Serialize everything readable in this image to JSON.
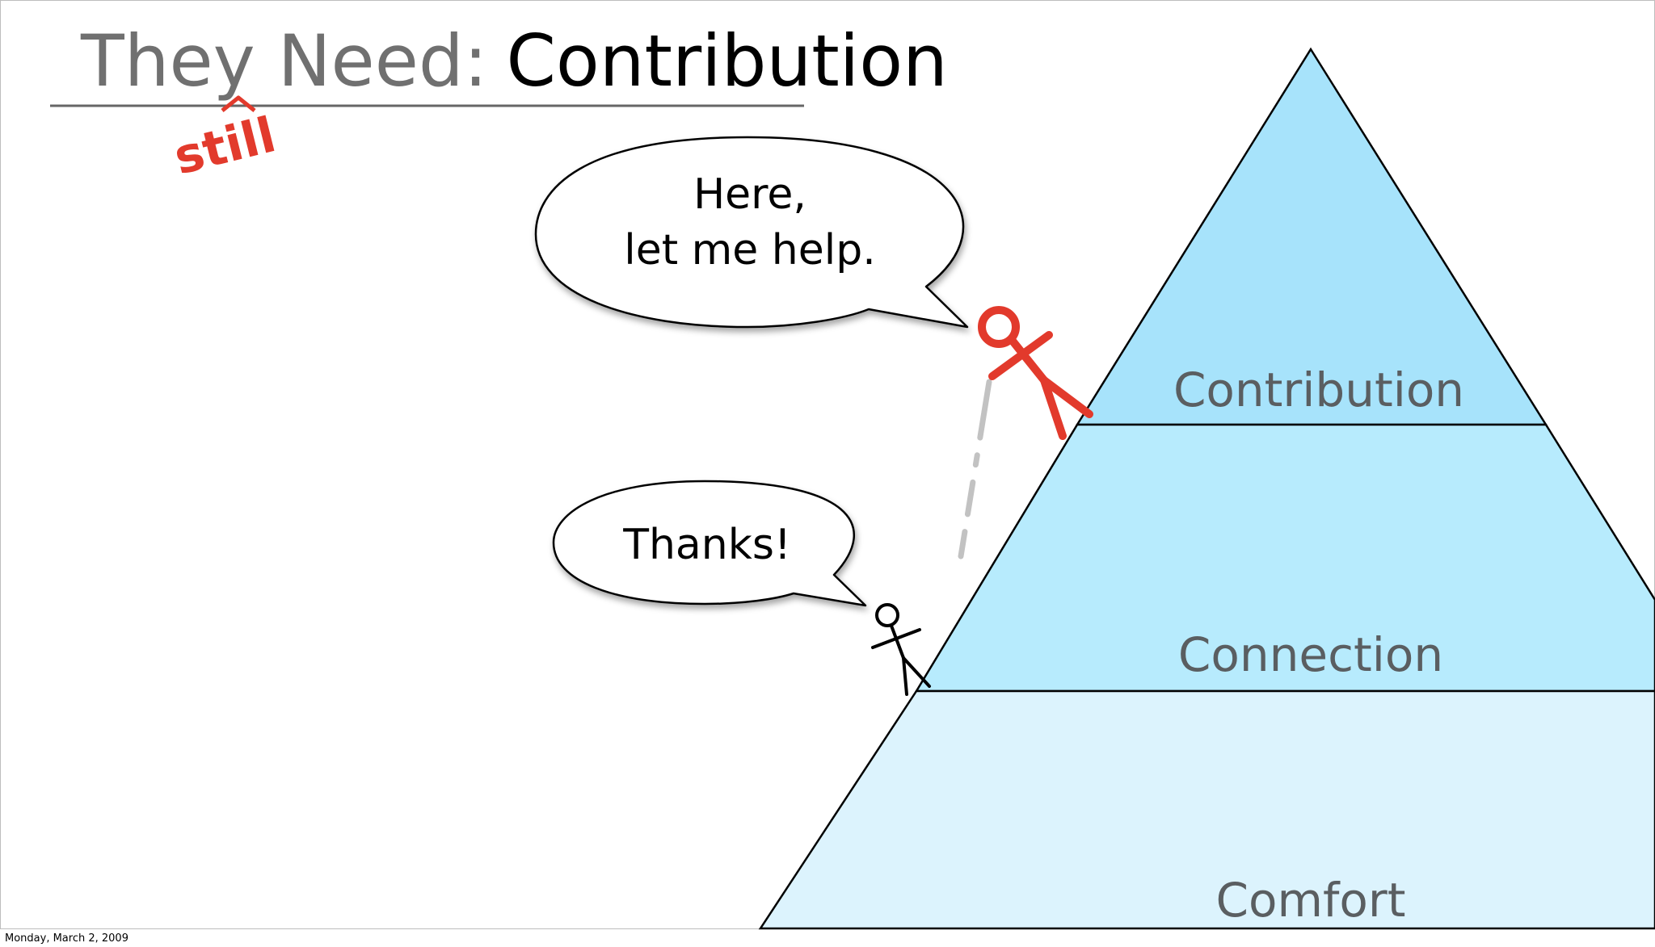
{
  "title": {
    "prefix": "They Need:",
    "main": "Contribution",
    "insertion": "still"
  },
  "bubbles": {
    "helper_line1": "Here,",
    "helper_line2": "let me help.",
    "receiver": "Thanks!"
  },
  "pyramid": {
    "tiers": [
      {
        "label": "Contribution",
        "color": "#a7e3fb"
      },
      {
        "label": "Connection",
        "color": "#b7ebfd"
      },
      {
        "label": "Comfort",
        "color": "#dcf3fd"
      }
    ]
  },
  "colors": {
    "accent_red": "#e23a2c",
    "title_gray": "#707070",
    "tier_label_gray": "#5a5e61",
    "dashed_path": "#c2c2c2"
  },
  "footer": {
    "date": "Monday, March 2, 2009"
  }
}
